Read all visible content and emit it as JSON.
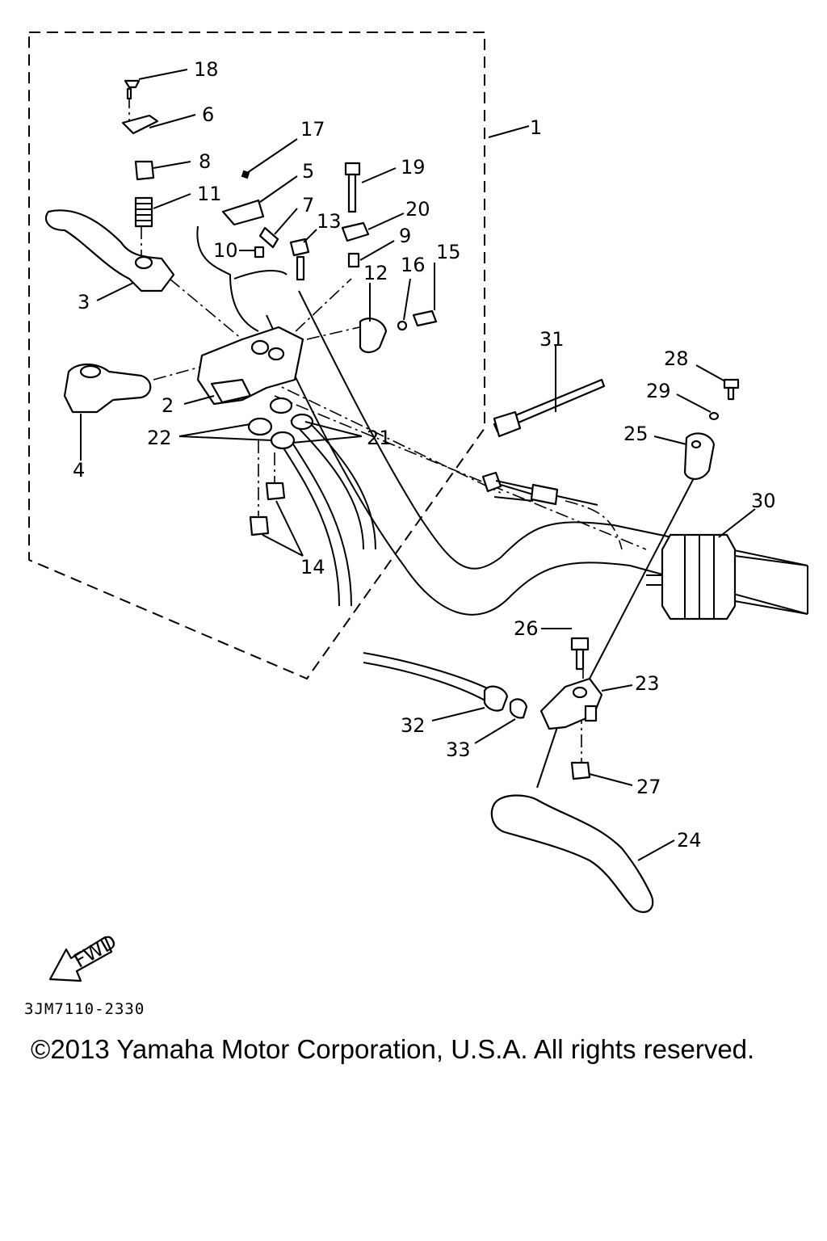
{
  "labels": {
    "p1": "1",
    "p2": "2",
    "p3": "3",
    "p4": "4",
    "p5": "5",
    "p6": "6",
    "p7": "7",
    "p8": "8",
    "p9": "9",
    "p10": "10",
    "p11": "11",
    "p12": "12",
    "p13": "13",
    "p14": "14",
    "p15": "15",
    "p16": "16",
    "p17": "17",
    "p18": "18",
    "p19": "19",
    "p20": "20",
    "p21": "21",
    "p22": "22",
    "p23": "23",
    "p24": "24",
    "p25": "25",
    "p26": "26",
    "p27": "27",
    "p28": "28",
    "p29": "29",
    "p30": "30",
    "p31": "31",
    "p32": "32",
    "p33": "33"
  },
  "fwd_text": "FWD",
  "diagram_code": "3JM7110-2330",
  "copyright": "©2013 Yamaha Motor Corporation, U.S.A. All rights reserved."
}
